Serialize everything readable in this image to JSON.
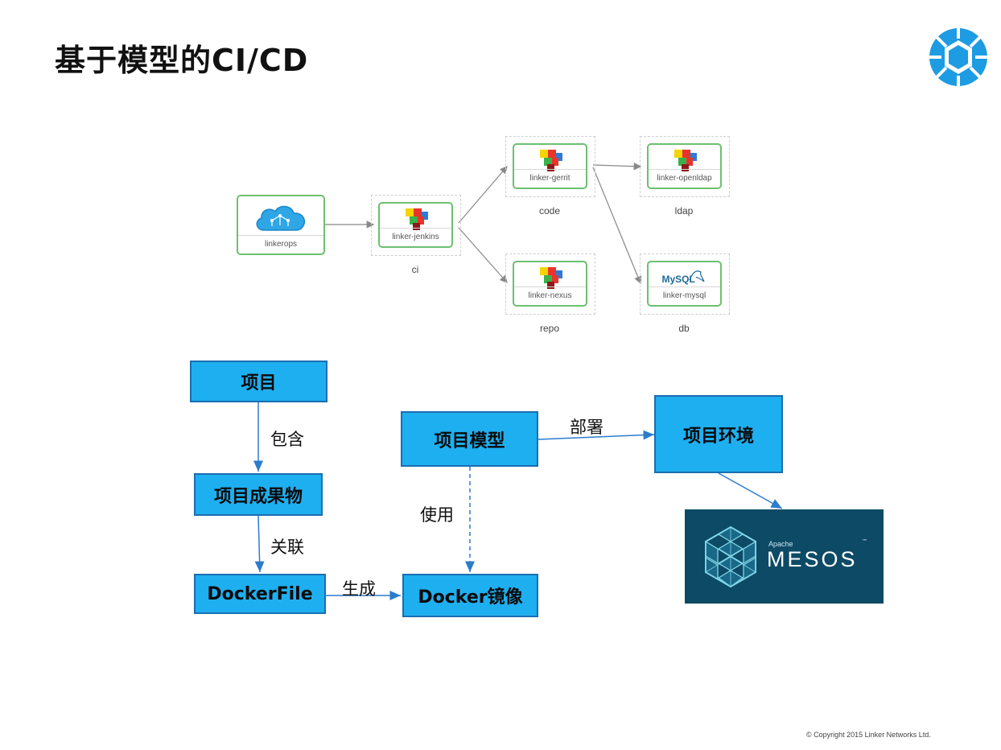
{
  "title": "基于模型的CI/CD",
  "copyright": "© Copyright 2015 Linker Networks Ltd.",
  "topology": {
    "nodes": {
      "linkerops": "linkerops",
      "jenkins": "linker-jenkins",
      "gerrit": "linker-gerrit",
      "nexus": "linker-nexus",
      "openldap": "linker-openldap",
      "mysql": "linker-mysql"
    },
    "groups": {
      "ci": "ci",
      "code": "code",
      "repo": "repo",
      "ldap": "ldap",
      "db": "db"
    },
    "mysql_logo_text": "MySQL"
  },
  "flow": {
    "boxes": {
      "project": "项目",
      "artifact": "项目成果物",
      "dockerfile": "DockerFile",
      "model": "项目模型",
      "image": "Docker镜像",
      "env": "项目环境"
    },
    "edges": {
      "contains": "包含",
      "associate": "关联",
      "generate": "生成",
      "use": "使用",
      "deploy": "部署"
    }
  },
  "mesos": {
    "small": "Apache",
    "big": "MESOS",
    "tm": "™"
  }
}
